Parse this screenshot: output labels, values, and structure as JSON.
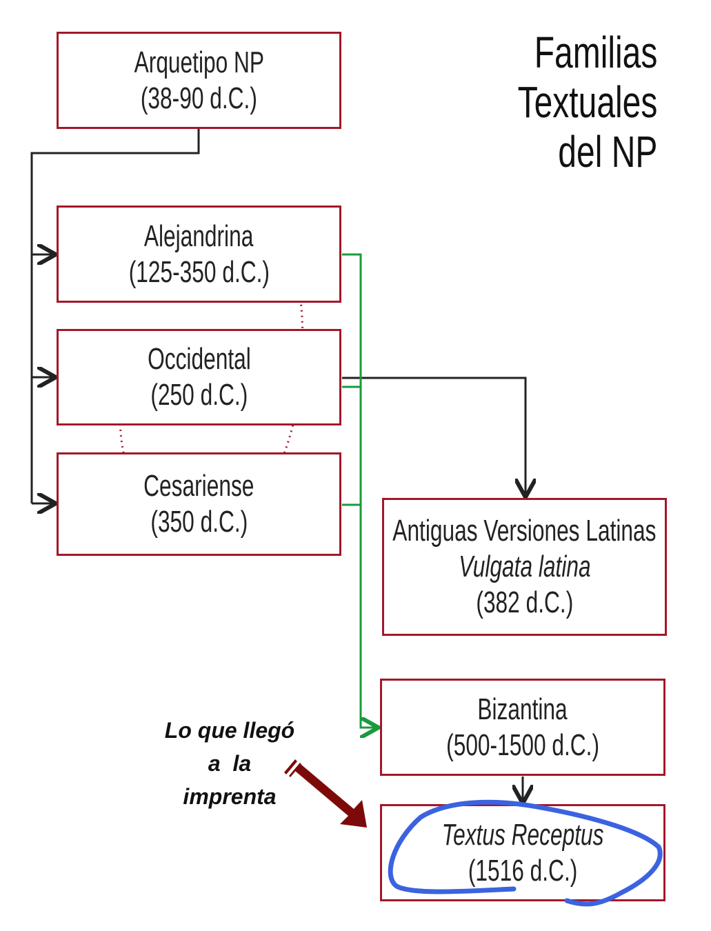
{
  "title": [
    "Familias",
    "Textuales",
    "del NP"
  ],
  "boxes": {
    "arquetipo": {
      "name": "Arquetipo NP",
      "date": "(38-90 d.C.)"
    },
    "alejandrina": {
      "name": "Alejandrina",
      "date": "(125-350 d.C.)"
    },
    "occidental": {
      "name": "Occidental",
      "date": "(250 d.C.)"
    },
    "cesariense": {
      "name": "Cesariense",
      "date": "(350 d.C.)"
    },
    "latinas": {
      "name": "Antiguas Versiones Latinas",
      "subtitle": "Vulgata latina",
      "date": "(382 d.C.)"
    },
    "bizantina": {
      "name": "Bizantina",
      "date": "(500-1500 d.C.)"
    },
    "textus": {
      "name": "Textus Receptus",
      "date": "(1516 d.C.)"
    }
  },
  "note": [
    "Lo que llegó",
    "a  la",
    "imprenta"
  ],
  "colors": {
    "box_border": "#a3172b",
    "green_line": "#1a9a3c",
    "highlight": "#3b63e0",
    "arrow": "#7d0a0a"
  }
}
